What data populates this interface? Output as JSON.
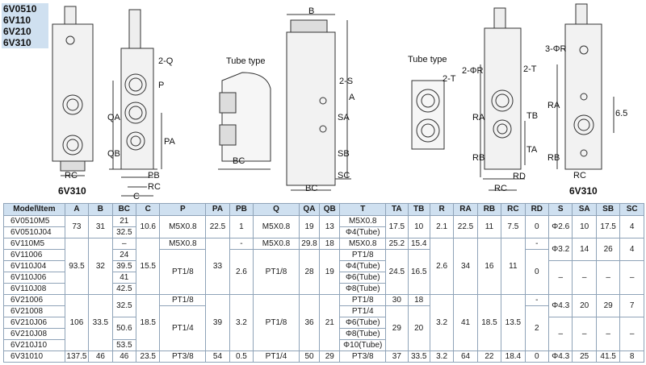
{
  "models": [
    "6V0510",
    "6V110",
    "6V210",
    "6V310"
  ],
  "drawing_labels": {
    "tube_type": "Tube type",
    "model_6v310": "6V310",
    "dim": {
      "A": "A",
      "B": "B",
      "BC": "BC",
      "C": "C",
      "PB": "PB",
      "RC": "RC",
      "RD": "RD",
      "QA": "QA",
      "QB": "QB",
      "PA": "PA",
      "SA": "SA",
      "SB": "SB",
      "SC": "SC",
      "RA": "RA",
      "RB": "RB",
      "TA": "TA",
      "TB": "TB",
      "P": "P",
      "Q2": "2-Q",
      "S2": "2-S",
      "T2": "2-T",
      "ΦR2": "2-ΦR",
      "ΦR3": "3-ΦR",
      "d65": "6.5"
    }
  },
  "table": {
    "headers": [
      "Model\\Item",
      "A",
      "B",
      "BC",
      "C",
      "P",
      "PA",
      "PB",
      "Q",
      "QA",
      "QB",
      "T",
      "TA",
      "TB",
      "R",
      "RA",
      "RB",
      "RC",
      "RD",
      "S",
      "SA",
      "SB",
      "SC"
    ],
    "cells": {
      "r1": [
        "6V0510M5",
        "73",
        "31",
        "21",
        "10.6",
        "M5X0.8",
        "22.5",
        "1",
        "M5X0.8",
        "19",
        "13",
        "M5X0.8",
        "17.5",
        "10",
        "2.1",
        "22.5",
        "11",
        "7.5",
        "0",
        "Φ2.6",
        "10",
        "17.5",
        "4"
      ],
      "r2": [
        "6V0510J04",
        "32.5",
        "Φ4(Tube)"
      ],
      "r3": [
        "6V110M5",
        "M5X0.8",
        "-",
        "M5X0.8",
        "29.8",
        "18",
        "M5X0.8",
        "25.2",
        "15.4",
        "-"
      ],
      "r4": [
        "6V11006",
        "24",
        "PT1/8"
      ],
      "r5": [
        "6V110J04",
        "93.5",
        "32",
        "39.5",
        "15.5",
        "PT1/8",
        "33",
        "2.6",
        "PT1/8",
        "28",
        "19",
        "Φ4(Tube)",
        "24.5",
        "16.5",
        "2.6",
        "34",
        "16",
        "11",
        "0",
        "Φ3.2",
        "14",
        "26",
        "4"
      ],
      "r6": [
        "6V110J06",
        "41",
        "Φ6(Tube)"
      ],
      "r7": [
        "6V110J08",
        "42.5",
        "Φ8(Tube)"
      ],
      "r8": [
        "6V21006",
        "PT1/8",
        "PT1/8",
        "30",
        "18",
        "-",
        "Φ4.3",
        "20",
        "29",
        "7"
      ],
      "r9": [
        "6V21008",
        "106",
        "33.5",
        "32.5",
        "18.5",
        "39",
        "3.2",
        "PT1/8",
        "36",
        "21",
        "PT1/4",
        "3.2",
        "41",
        "18.5",
        "13.5",
        "2"
      ],
      "r10": [
        "6V210J06",
        "50.6",
        "PT1/4",
        "Φ6(Tube)",
        "29",
        "20"
      ],
      "r11": [
        "6V210J08",
        "Φ8(Tube)"
      ],
      "r12": [
        "6V210J10",
        "53.5",
        "Φ10(Tube)"
      ],
      "r13": [
        "6V31010",
        "137.5",
        "46",
        "46",
        "23.5",
        "PT3/8",
        "54",
        "0.5",
        "PT1/4",
        "50",
        "29",
        "PT3/8",
        "37",
        "33.5",
        "3.2",
        "64",
        "22",
        "18.4",
        "0",
        "Φ4.3",
        "25",
        "41.5",
        "8"
      ]
    },
    "dash": "–"
  }
}
